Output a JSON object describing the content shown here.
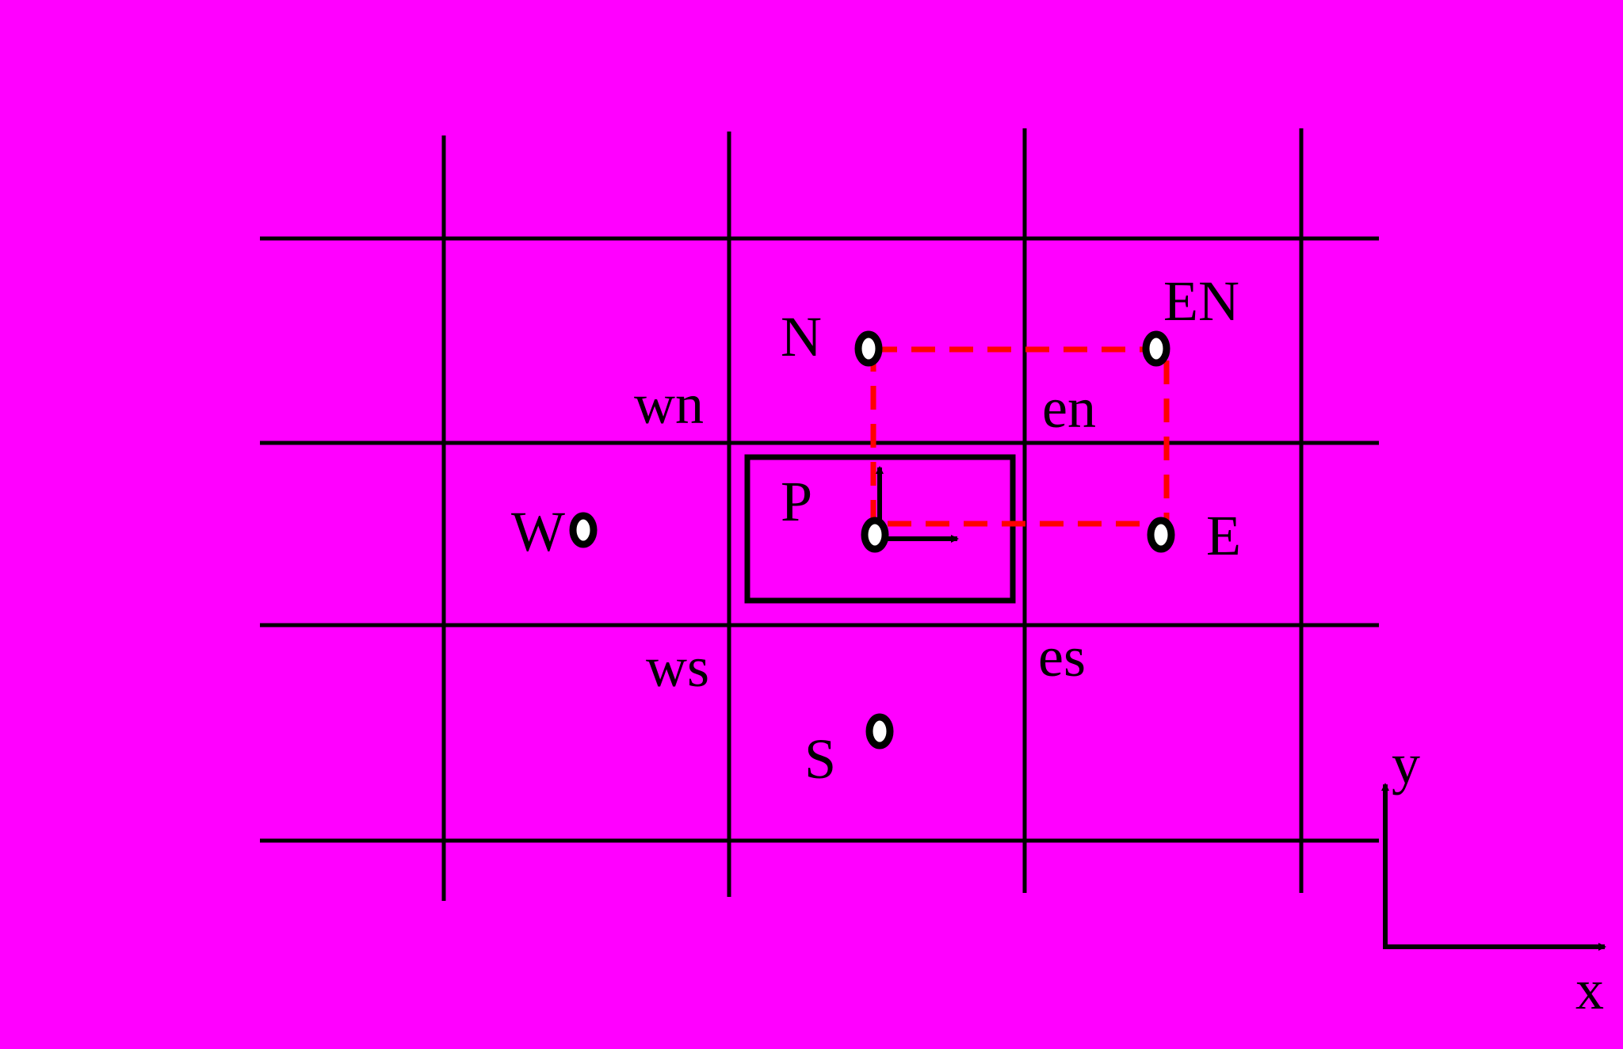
{
  "diagram": {
    "background_color": "#FF00FF",
    "grid_color": "#000000",
    "dashed_cell_color": "#FF0000",
    "node_fill": "#FFFFFF",
    "node_stroke": "#000000",
    "labels": {
      "N": "N",
      "EN": "EN",
      "wn": "wn",
      "en": "en",
      "P": "P",
      "W": "W",
      "E": "E",
      "ws": "ws",
      "es": "es",
      "S": "S"
    },
    "axes": {
      "y_label": "y",
      "x_label": "x"
    }
  }
}
